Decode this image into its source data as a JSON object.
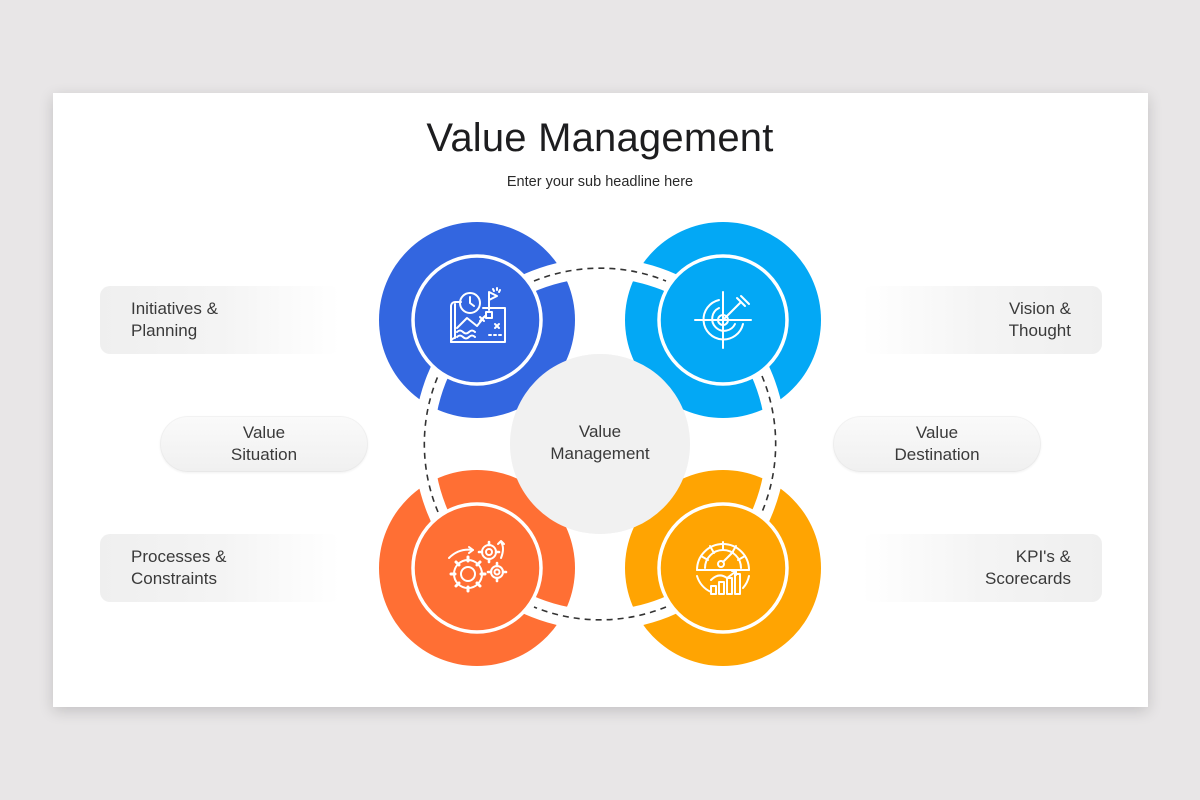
{
  "slide": {
    "title": "Value Management",
    "subtitle": "Enter your sub headline here"
  },
  "center": {
    "line1": "Value",
    "line2": "Management",
    "color": "#f1f1f1"
  },
  "segments": [
    {
      "id": "initiatives",
      "icon": "planning-map-icon",
      "color": "#3366e0",
      "label_line1": "Initiatives &",
      "label_line2": "Planning"
    },
    {
      "id": "vision",
      "icon": "target-arrow-icon",
      "color": "#03a8f5",
      "label_line1": "Vision &",
      "label_line2": "Thought"
    },
    {
      "id": "processes",
      "icon": "gears-icon",
      "color": "#ff6f34",
      "label_line1": "Processes &",
      "label_line2": "Constraints"
    },
    {
      "id": "kpis",
      "icon": "speedometer-chart-icon",
      "color": "#ffa402",
      "label_line1": "KPI's &",
      "label_line2": "Scorecards"
    }
  ],
  "pills": {
    "left": {
      "line1": "Value",
      "line2": "Situation"
    },
    "right": {
      "line1": "Value",
      "line2": "Destination"
    }
  }
}
